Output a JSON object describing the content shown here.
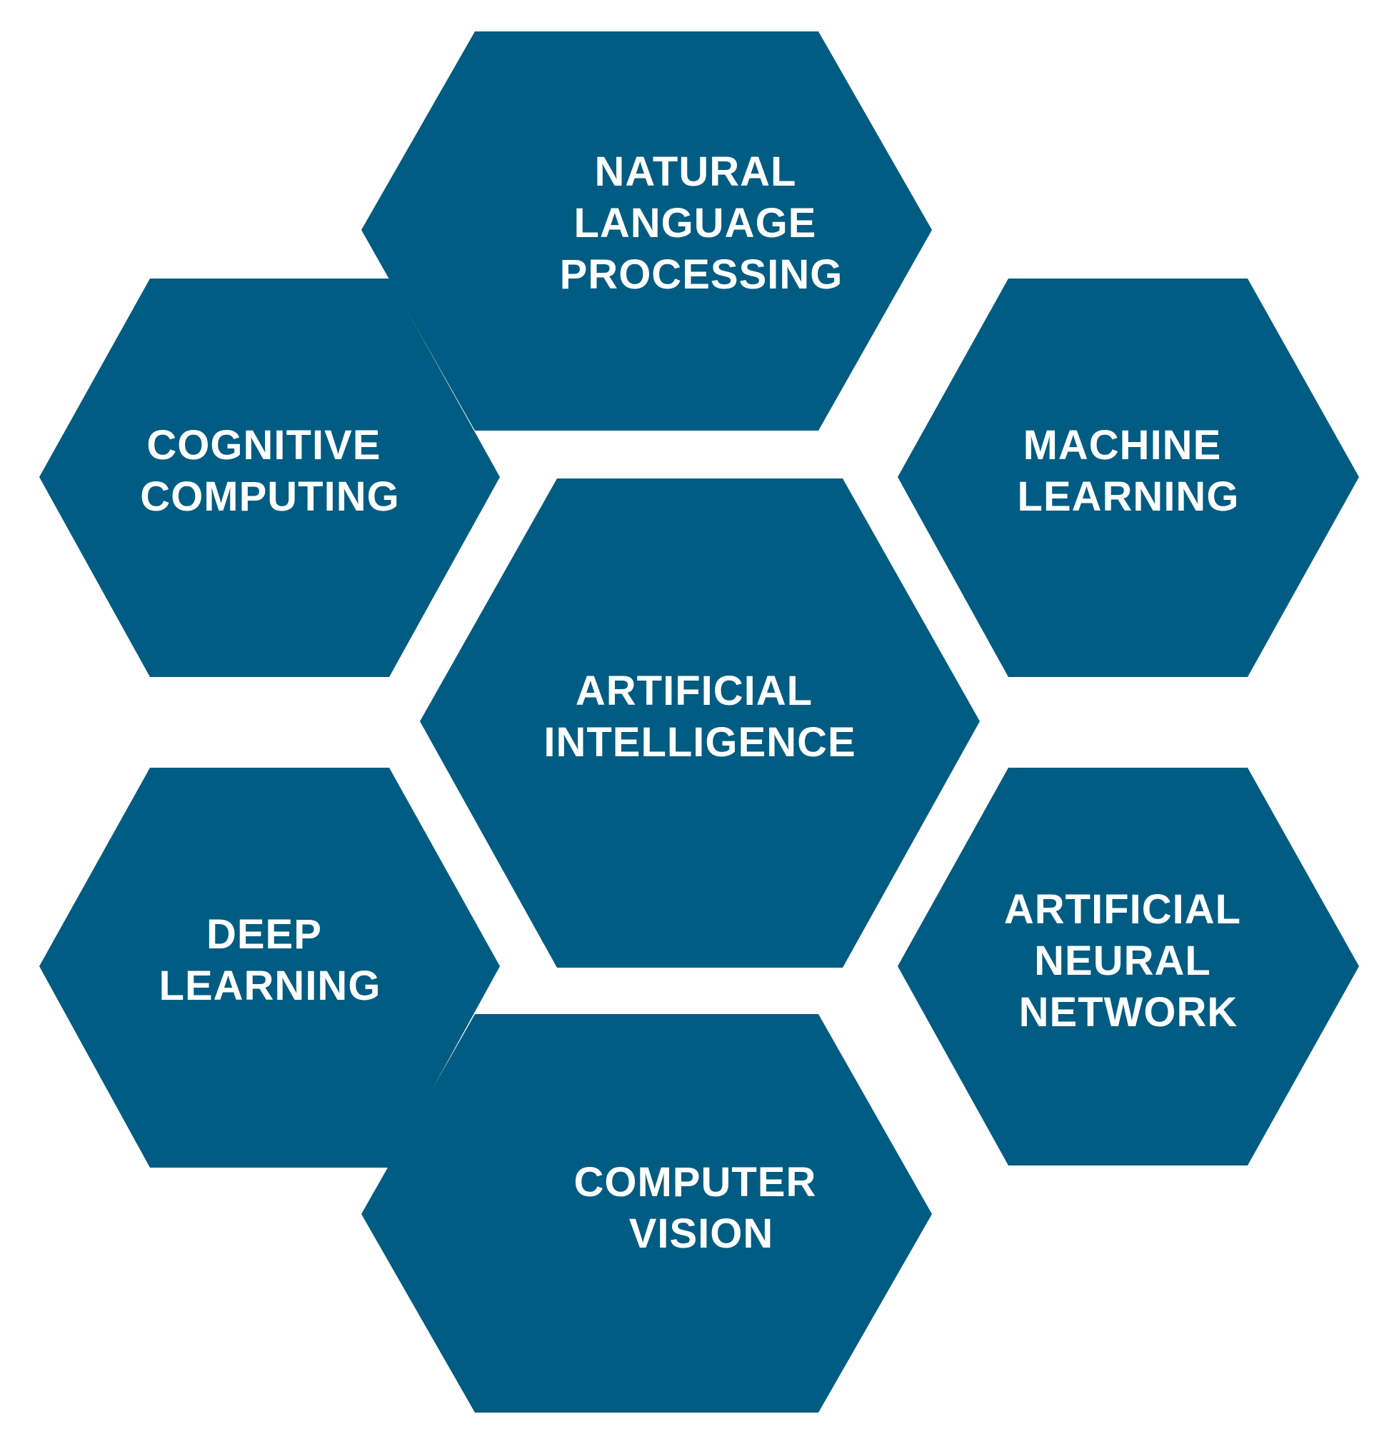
{
  "colors": {
    "hexagon_fill": "#005c82",
    "label_text": "#ffffff",
    "background": "#ffffff"
  },
  "hexagons": {
    "nlp": {
      "lines": [
        "NATURAL",
        "LANGUAGE",
        "PROCESSING"
      ]
    },
    "cognitive": {
      "lines": [
        "COGNITIVE",
        "COMPUTING"
      ]
    },
    "machine_learning": {
      "lines": [
        "MACHINE",
        "LEARNING"
      ]
    },
    "ai": {
      "lines": [
        "ARTIFICIAL",
        "INTELLIGENCE"
      ]
    },
    "deep_learning": {
      "lines": [
        "DEEP",
        "LEARNING"
      ]
    },
    "ann": {
      "lines": [
        "ARTIFICIAL",
        "NEURAL",
        "NETWORK"
      ]
    },
    "computer_vision": {
      "lines": [
        "COMPUTER",
        "VISION"
      ]
    }
  }
}
